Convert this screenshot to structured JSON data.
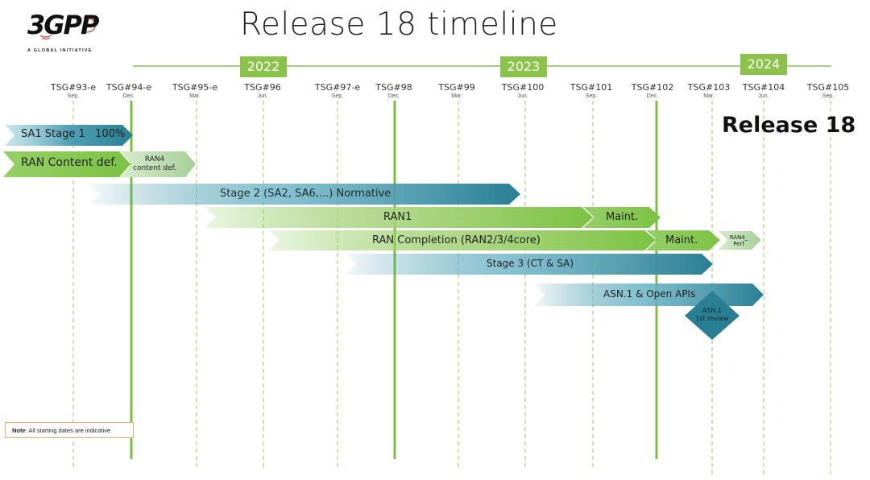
{
  "title": "Release 18 timeline",
  "release_label": "Release 18",
  "logo": {
    "text": "3GPP",
    "tagline": "A GLOBAL INITIATIVE"
  },
  "years": [
    "2022",
    "2023",
    "2024"
  ],
  "meetings": [
    {
      "name": "TSG#93-e",
      "month": "Sep."
    },
    {
      "name": "TSG#94-e",
      "month": "Dec."
    },
    {
      "name": "TSG#95-e",
      "month": "Mar."
    },
    {
      "name": "TSG#96",
      "month": "Jun."
    },
    {
      "name": "TSG#97-e",
      "month": "Sep."
    },
    {
      "name": "TSG#98",
      "month": "Dec."
    },
    {
      "name": "TSG#99",
      "month": "Mar."
    },
    {
      "name": "TSG#100",
      "month": "Jun."
    },
    {
      "name": "TSG#101",
      "month": "Sep."
    },
    {
      "name": "TSG#102",
      "month": "Dec."
    },
    {
      "name": "TSG#103",
      "month": "Mar."
    },
    {
      "name": "TSG#104",
      "month": "Jun."
    },
    {
      "name": "TSG#105",
      "month": "Sep."
    }
  ],
  "bars": [
    {
      "label": "SA1 Stage 1   100%",
      "start": "TSG#93-e",
      "end": "TSG#94-e",
      "color": "blue"
    },
    {
      "label": "RAN Content def.",
      "start": "TSG#93-e",
      "end": "TSG#94-e",
      "color": "green"
    },
    {
      "label_lines": [
        "RAN4",
        "content def."
      ],
      "start": "TSG#94-e",
      "end": "TSG#95-e",
      "color": "light-green"
    },
    {
      "label": "Stage 2 (SA2, SA6,...) Normative",
      "start": "TSG#94-e",
      "end": "TSG#100",
      "color": "blue"
    },
    {
      "label": "RAN1",
      "start": "TSG#95-e",
      "end": "TSG#101",
      "color": "green"
    },
    {
      "label": "Maint.",
      "start": "TSG#101",
      "end": "TSG#102",
      "color": "green"
    },
    {
      "label": "RAN Completion (RAN2/3/4core)",
      "start": "TSG#96",
      "end": "TSG#102",
      "color": "green"
    },
    {
      "label": "Maint.",
      "start": "TSG#102",
      "end": "TSG#103",
      "color": "green"
    },
    {
      "label_lines": [
        "RAN4_",
        "Perf"
      ],
      "start": "TSG#103",
      "end": "TSG#104",
      "color": "light-green"
    },
    {
      "label": "Stage 3 (CT & SA)",
      "start": "TSG#97-e",
      "end": "TSG#103",
      "color": "blue"
    },
    {
      "label": "ASN.1 & Open APIs",
      "start": "TSG#100",
      "end": "TSG#104",
      "color": "blue"
    }
  ],
  "milestone": {
    "label_lines": [
      "ASN.1",
      "1st review"
    ],
    "at": "TSG#103"
  },
  "note": {
    "bold": "Note",
    "text": ": All starting dates are indicative"
  },
  "colors": {
    "blue": "#2e8a9c",
    "green": "#7cc242",
    "light-green": "#b5d9a8",
    "timeline": "#8bc34a",
    "dashed": "#a9cf7c",
    "milestone": "#2a7f93"
  }
}
